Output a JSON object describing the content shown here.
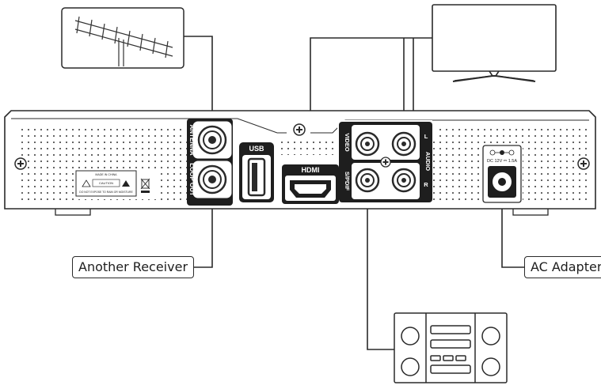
{
  "labels": {
    "another_receiver": "Another Receiver",
    "ac_adapter": "AC Adapter"
  },
  "ports": {
    "antenna": "ANTENNA",
    "loop_out": "LOOP OUT",
    "usb": "USB",
    "hdmi": "HDMI",
    "video": "VIDEO",
    "audio": "AUDIO",
    "audio_left": "L",
    "audio_right": "R",
    "spdif": "S/PDIF",
    "dc_in": "DC 12V ⎓ 1.5A"
  },
  "rating_label": {
    "line1": "MADE IN CHINA",
    "caution": "CAUTION",
    "line3": "DO NOT EXPOSE TO RAIN OR MOISTURE"
  },
  "colors": {
    "line": "#2a2a2a",
    "fill": "#ffffff",
    "port_bg": "#1e1e1e"
  }
}
